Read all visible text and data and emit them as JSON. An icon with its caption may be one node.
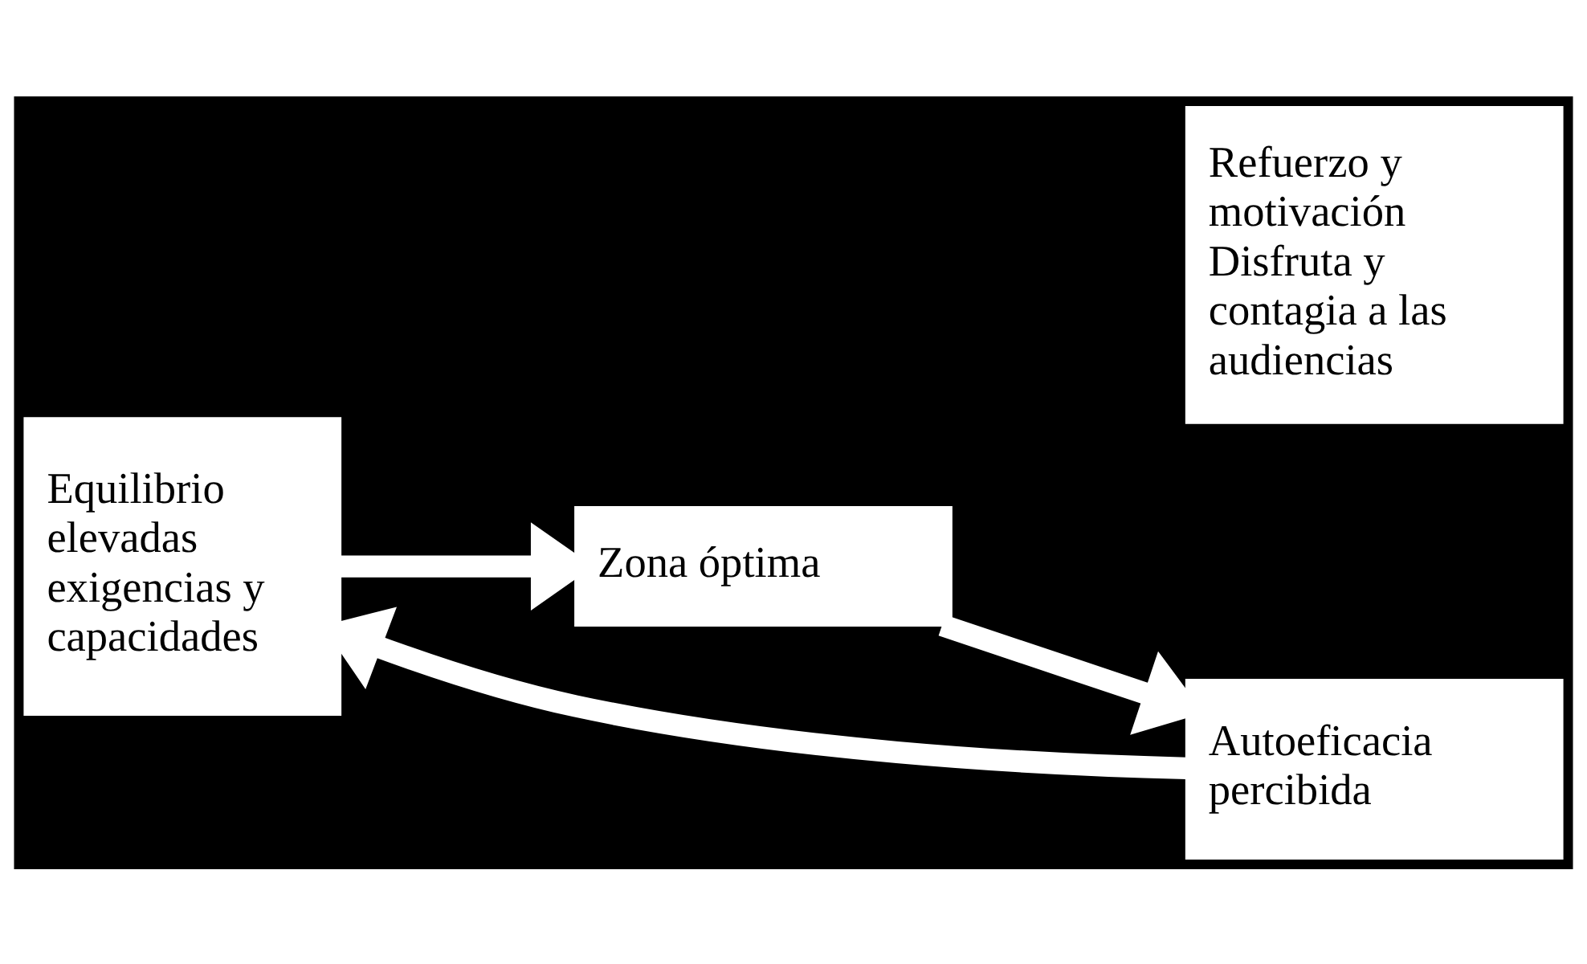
{
  "diagram": {
    "nodes": [
      {
        "text": [
          "Equilibrio elevadas exigencias y capacidades"
        ]
      },
      {
        "text": [
          "Refuerzo y motivación Disfruta y contagia a las audiencias"
        ]
      },
      {
        "text": [
          "Zona óptima"
        ]
      },
      {
        "text": [
          "Autoeficacia percibida"
        ]
      }
    ],
    "edges": [
      {
        "from": 0,
        "to": 2,
        "arrow": "to"
      },
      {
        "from": 2,
        "to": 3,
        "arrow": "to"
      },
      {
        "from": 3,
        "to": 0,
        "arrow": "to"
      }
    ]
  }
}
